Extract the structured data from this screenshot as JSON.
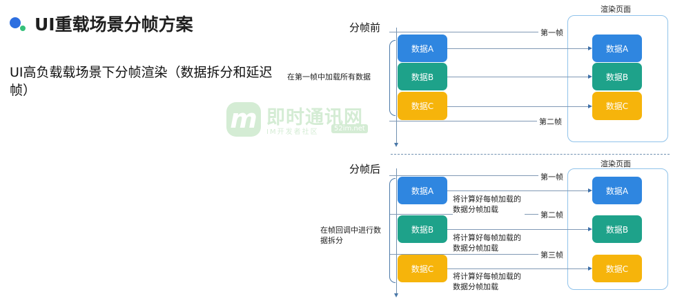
{
  "header": {
    "title": "UI重载场景分帧方案",
    "subtitle": "UI高负载载场景下分帧渲染（数据拆分和延迟帧）"
  },
  "watermark": {
    "logo_letter": "m",
    "name": "即时通讯网",
    "tagline": "IM开发者社区",
    "domain": "52im.net"
  },
  "before": {
    "label": "分帧前",
    "page_label": "渲染页面",
    "load_note": "在第一帧中加载所有数据",
    "frame_labels": [
      "第一帧",
      "第二帧"
    ],
    "sources": [
      "数据A",
      "数据B",
      "数据C"
    ],
    "targets": [
      "数据A",
      "数据B",
      "数据C"
    ]
  },
  "after": {
    "label": "分帧后",
    "page_label": "渲染页面",
    "split_note": "在帧回调中进行数据拆分",
    "frame_labels": [
      "第一帧",
      "第二帧",
      "第三帧"
    ],
    "sources": [
      "数据A",
      "数据B",
      "数据C"
    ],
    "targets": [
      "数据A",
      "数据B",
      "数据C"
    ],
    "load_notes": [
      "将计算好每帧加载的数据分帧加载",
      "将计算好每帧加载的数据分帧加载",
      "将计算好每帧加载的数据分帧加载"
    ]
  },
  "colors": {
    "blue": "#2f86e0",
    "green": "#1ea28a",
    "yellow": "#f6b40b",
    "frame": "#8fc2ea"
  }
}
